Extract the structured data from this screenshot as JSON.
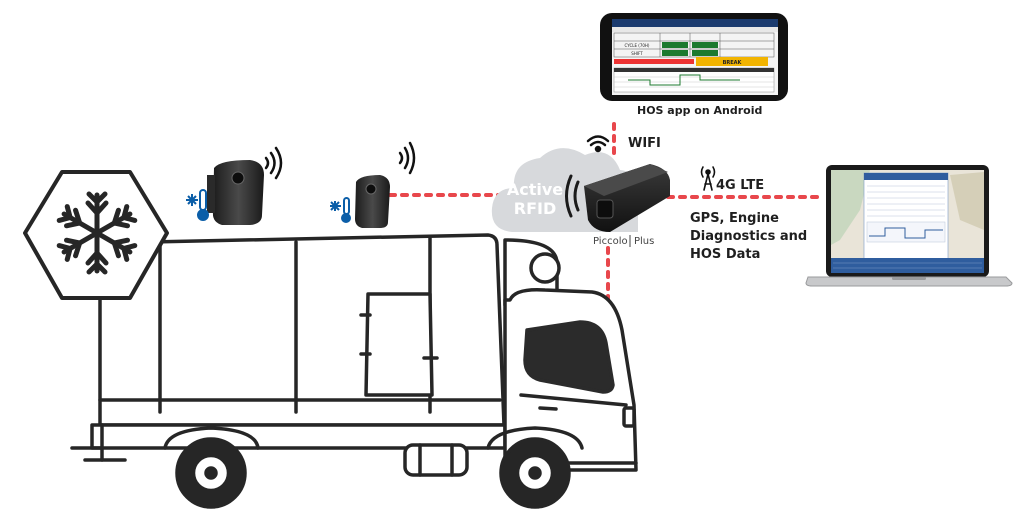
{
  "labels": {
    "hos_app": "HOS app on Android",
    "wifi": "WIFI",
    "lte": "4G LTE",
    "gps_info": "GPS, Engine Diagnostics and HOS Data",
    "cloud_line1": "Active",
    "cloud_line2": "RFID",
    "device_name": "Piccolo",
    "device_suffix": "Plus",
    "phone_status_break": "BREAK",
    "phone_rows": [
      "CYCLE (70H)",
      "SHIFT"
    ]
  },
  "colors": {
    "link": "#e8474c",
    "truck_outline": "#262626",
    "cab_window": "#2b2b2b",
    "phone_accent": "#f2b400",
    "laptop_screen_header": "#2f5d9e",
    "cloud": "#d7d9dc"
  },
  "icons": [
    "snowflake-icon",
    "thermometer-icon",
    "wifi-icon",
    "signal-waves-icon",
    "cell-tower-icon"
  ]
}
